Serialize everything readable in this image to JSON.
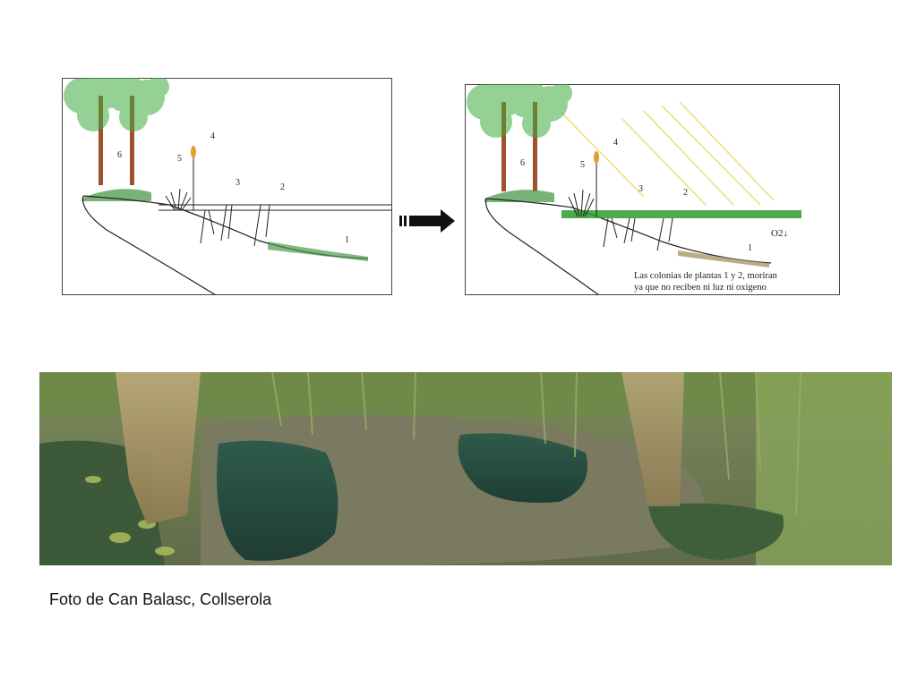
{
  "left_diagram": {
    "labels": {
      "n1": "1",
      "n2": "2",
      "n3": "3",
      "n4": "4",
      "n5": "5",
      "n6": "6"
    }
  },
  "right_diagram": {
    "labels": {
      "n1": "1",
      "n2": "2",
      "n3": "3",
      "n4": "4",
      "n5": "5",
      "n6": "6"
    },
    "o2_label": "O2↓",
    "note_line1": "Las colonias de plantas 1 y 2, moriran",
    "note_line2": "ya que no reciben ni luz ni oxigeno"
  },
  "caption": "Foto de Can Balasc, Collserola",
  "colors": {
    "frame": "#444444",
    "tree_foliage": "#3faa3f",
    "trunk": "#a0522d",
    "grass": "#4e9a4e",
    "sun_rays": "#e8e07a",
    "algae_layer": "#2e9a2e"
  },
  "icons": {
    "arrow": "right-arrow-icon"
  }
}
